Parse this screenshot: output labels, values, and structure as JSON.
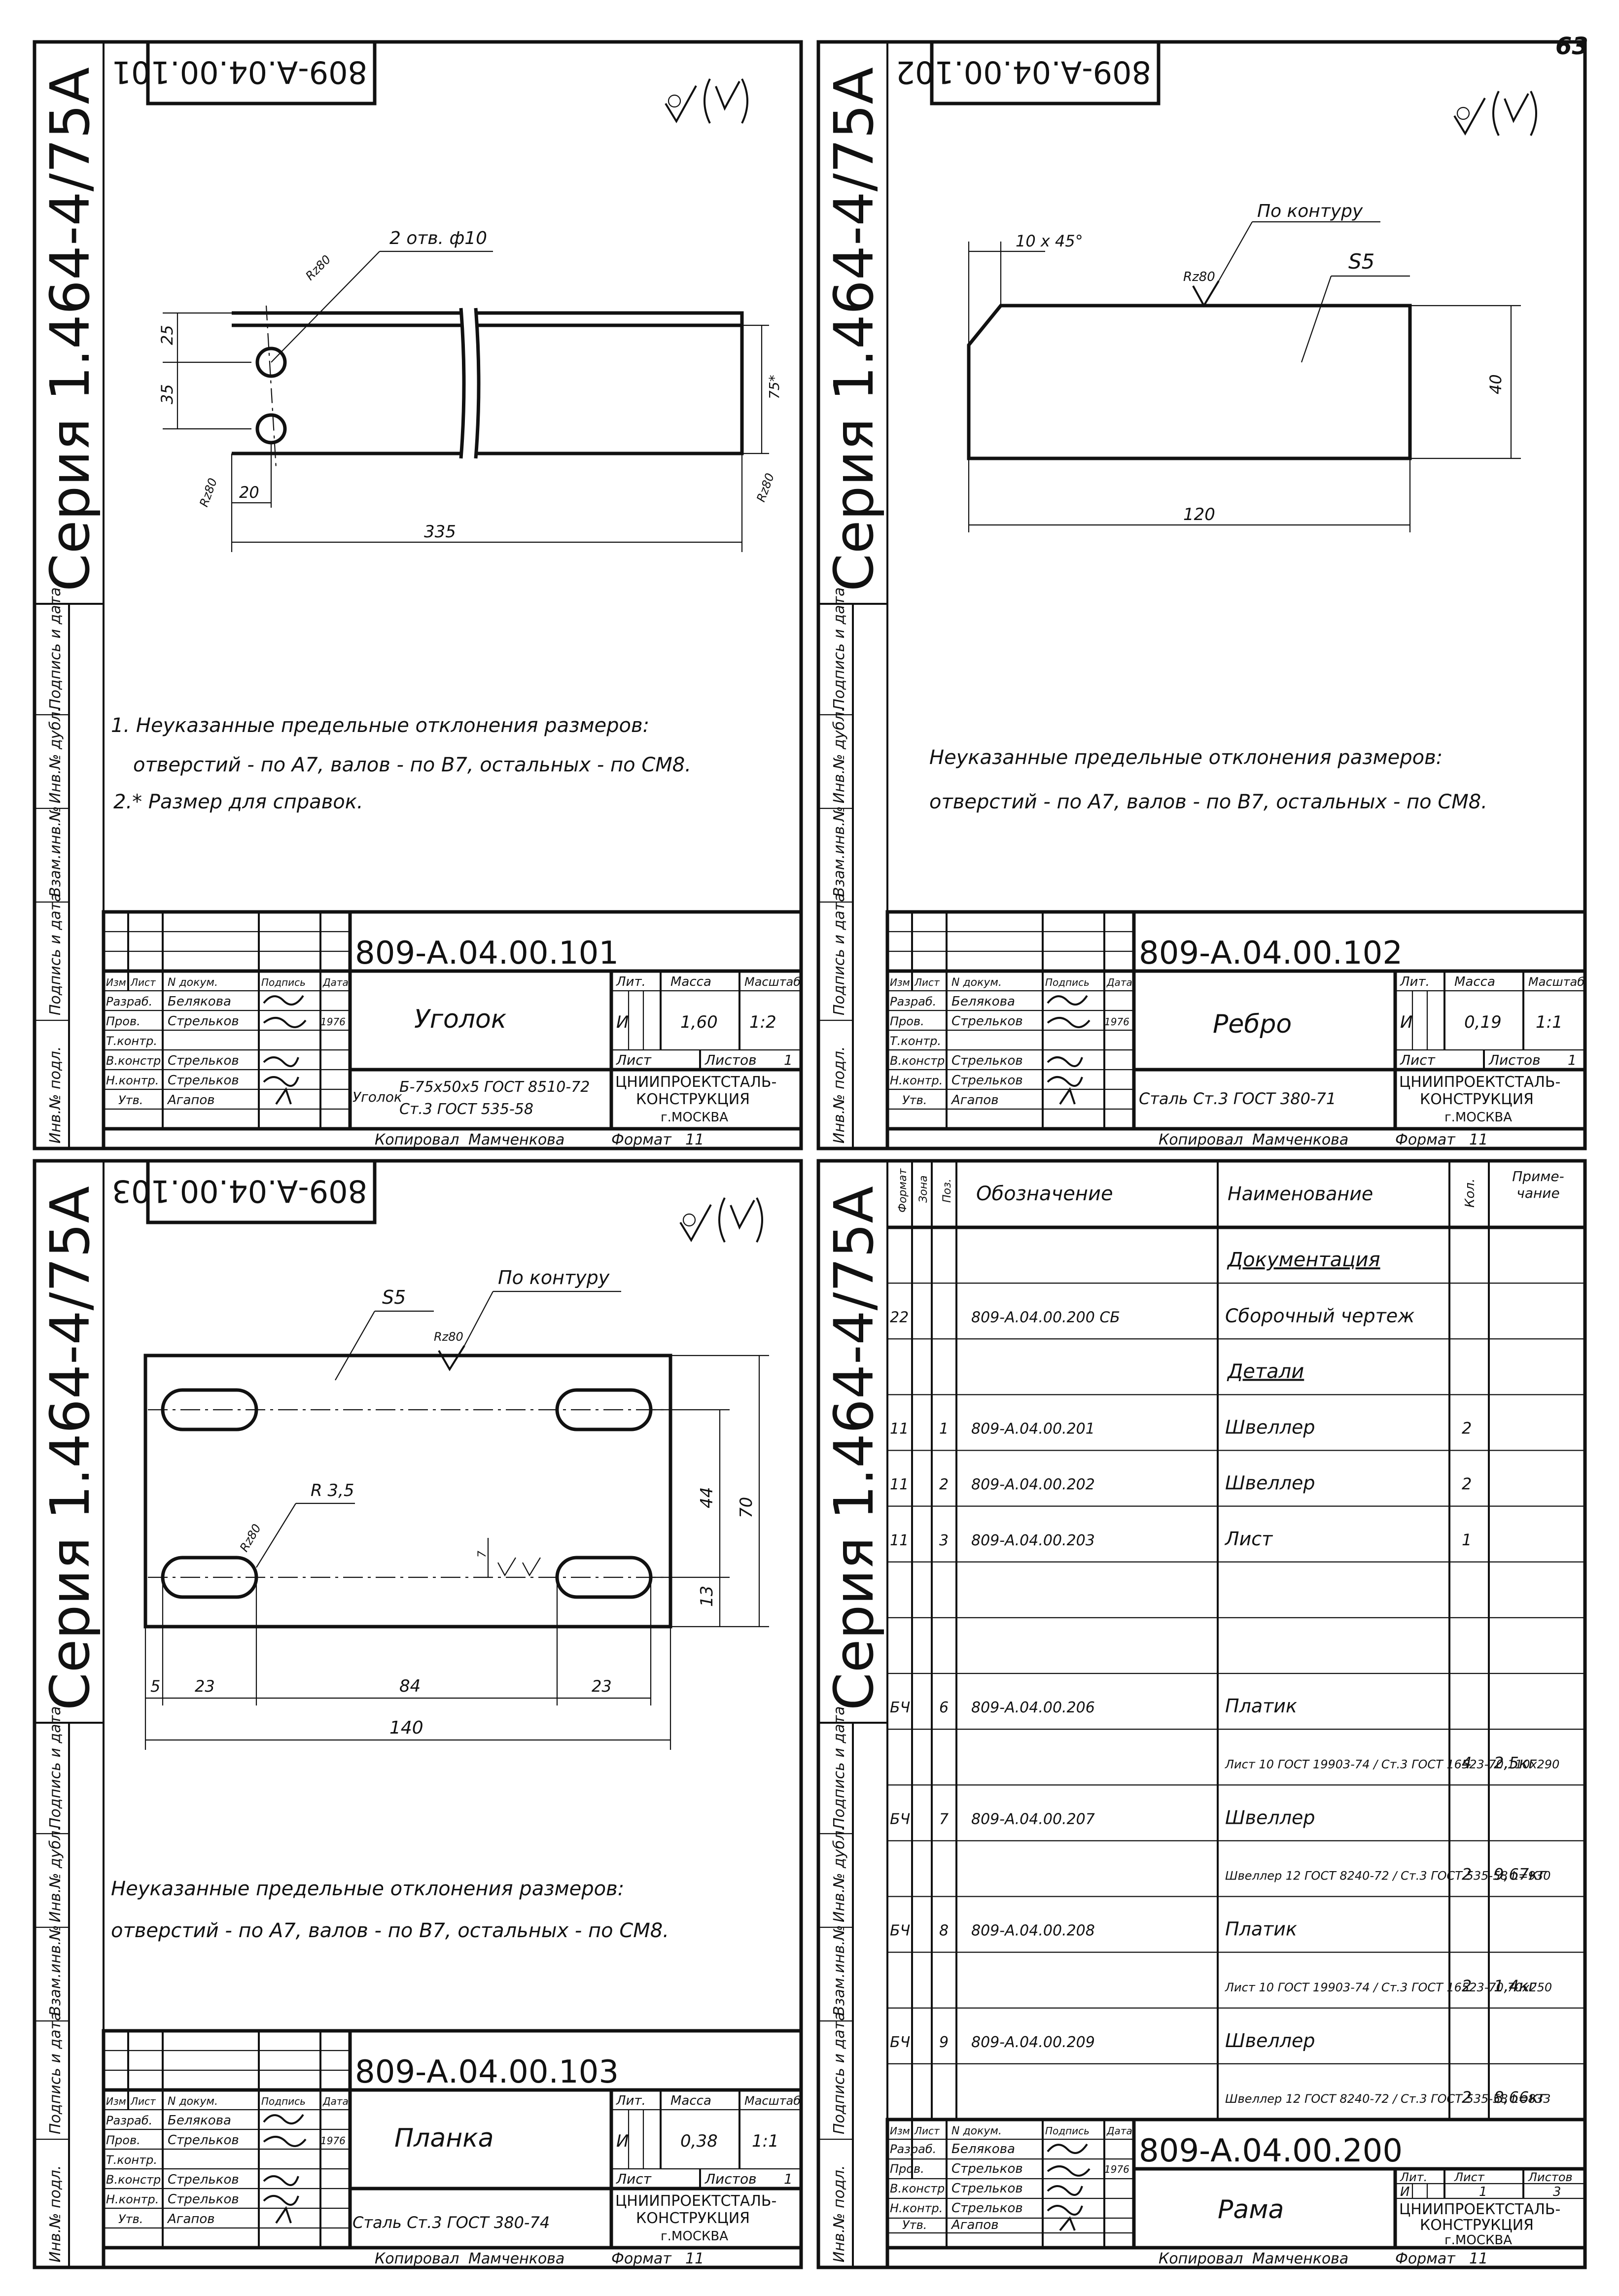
{
  "page_number": "63",
  "series": "Серия 1.464-4/75А",
  "left_strip": [
    "Подпись и дата",
    "Инв.№ дубл.",
    "Взам.инв.№",
    "Подпись и дата",
    "Инв.№ подл."
  ],
  "roughness": "Rz80",
  "title_block": {
    "cols": [
      "Изм",
      "Лист",
      "N докум.",
      "Подпись",
      "Дата"
    ],
    "roles": [
      "Разраб.",
      "Пров.",
      "Т.контр.",
      "В.констр.",
      "Н.контр.",
      "Утв."
    ],
    "names": [
      "Белякова",
      "Стрельков",
      "",
      "Стрельков",
      "Стрельков",
      "Агапов"
    ],
    "year": "1976",
    "lit": "Лит.",
    "mass": "Масса",
    "scale": "Масштаб",
    "sheet": "Лист",
    "sheets": "Листов",
    "org": [
      "ЦНИИПРОЕКТСТАЛЬ-",
      "КОНСТРУКЦИЯ",
      "г.МОСКВА"
    ],
    "copied": "Копировал",
    "copier": "Мамченкова",
    "format": "Формат",
    "format_value": "11"
  },
  "sheets": [
    {
      "code": "809-А.04.00.101",
      "name": "Уголок",
      "lit": "И",
      "mass": "1,60",
      "scale": "1:2",
      "sheets_total": "1",
      "material": [
        "Уголок",
        "Б-75х50х5 ГОСТ 8510-72",
        "Ст.3 ГОСТ 535-58"
      ],
      "dims": {
        "holes": "2 отв. ф10",
        "d25": "25",
        "d35": "35",
        "d20": "20",
        "d335": "335",
        "d75": "75*"
      },
      "notes": [
        "1. Неуказанные предельные отклонения размеров:",
        "отверстий - по А7, валов - по В7, остальных - по СМ8.",
        "2.* Размер для справок."
      ]
    },
    {
      "code": "809-А.04.00.102",
      "name": "Ребро",
      "lit": "И",
      "mass": "0,19",
      "scale": "1:1",
      "sheets_total": "1",
      "material": [
        "Сталь Ст.3 ГОСТ 380-71"
      ],
      "dims": {
        "chamfer": "10 x 45°",
        "contour": "По контуру",
        "thick": "S5",
        "d40": "40",
        "d120": "120"
      },
      "notes": [
        "Неуказанные предельные отклонения размеров:",
        "отверстий - по А7, валов - по В7, остальных - по СМ8."
      ]
    },
    {
      "code": "809-А.04.00.103",
      "name": "Планка",
      "lit": "И",
      "mass": "0,38",
      "scale": "1:1",
      "sheets_total": "1",
      "material": [
        "Сталь Ст.3 ГОСТ 380-74"
      ],
      "dims": {
        "thick": "S5",
        "contour": "По контуру",
        "r35": "R 3,5",
        "d44": "44",
        "d70": "70",
        "d13": "13",
        "d7": "7",
        "d5": "5",
        "d23a": "23",
        "d84": "84",
        "d23b": "23",
        "d140": "140"
      },
      "notes": [
        "Неуказанные предельные отклонения размеров:",
        "отверстий - по А7, валов - по В7, остальных - по СМ8."
      ]
    }
  ],
  "spec": {
    "code": "809-А.04.00.200",
    "name": "Рама",
    "lit": "И",
    "sheet": "1",
    "sheets_total": "3",
    "headers": [
      "Формат",
      "Зона",
      "Поз.",
      "Обозначение",
      "Наименование",
      "Кол.",
      "Приме-чание"
    ],
    "rows": [
      {
        "fmt": "",
        "pos": "",
        "code": "",
        "name": "Документация",
        "qty": "",
        "note": "",
        "section": true
      },
      {
        "fmt": "22",
        "pos": "",
        "code": "809-А.04.00.200 СБ",
        "name": "Сборочный чертеж",
        "qty": "",
        "note": ""
      },
      {
        "fmt": "",
        "pos": "",
        "code": "",
        "name": "Детали",
        "qty": "",
        "note": "",
        "section": true
      },
      {
        "fmt": "11",
        "pos": "1",
        "code": "809-А.04.00.201",
        "name": "Швеллер",
        "qty": "2",
        "note": ""
      },
      {
        "fmt": "11",
        "pos": "2",
        "code": "809-А.04.00.202",
        "name": "Швеллер",
        "qty": "2",
        "note": ""
      },
      {
        "fmt": "11",
        "pos": "3",
        "code": "809-А.04.00.203",
        "name": "Лист",
        "qty": "1",
        "note": ""
      },
      {
        "fmt": "",
        "pos": "",
        "code": "",
        "name": "",
        "qty": "",
        "note": ""
      },
      {
        "fmt": "",
        "pos": "",
        "code": "",
        "name": "",
        "qty": "",
        "note": ""
      },
      {
        "fmt": "БЧ",
        "pos": "6",
        "code": "809-А.04.00.206",
        "name": "Платик",
        "qty": "",
        "note": ""
      },
      {
        "fmt": "",
        "pos": "",
        "code": "",
        "name": "Лист 10 ГОСТ 19903-74 / Ст.3 ГОСТ 16523-70 110х290",
        "qty": "4",
        "note": "2,5кг"
      },
      {
        "fmt": "БЧ",
        "pos": "7",
        "code": "809-А.04.00.207",
        "name": "Швеллер",
        "qty": "",
        "note": ""
      },
      {
        "fmt": "",
        "pos": "",
        "code": "",
        "name": "Швеллер 12 ГОСТ 8240-72 / Ст.3 ГОСТ 535-58 L=930",
        "qty": "2",
        "note": "9,67кг"
      },
      {
        "fmt": "БЧ",
        "pos": "8",
        "code": "809-А.04.00.208",
        "name": "Платик",
        "qty": "",
        "note": ""
      },
      {
        "fmt": "",
        "pos": "",
        "code": "",
        "name": "Лист 10 ГОСТ 19903-74 / Ст.3 ГОСТ 16523-70 70х250",
        "qty": "2",
        "note": "1,4кг"
      },
      {
        "fmt": "БЧ",
        "pos": "9",
        "code": "809-А.04.00.209",
        "name": "Швеллер",
        "qty": "",
        "note": ""
      },
      {
        "fmt": "",
        "pos": "",
        "code": "",
        "name": "Швеллер 12 ГОСТ 8240-72 / Ст.3 ГОСТ 535-58 L=833",
        "qty": "2",
        "note": "8,66кг"
      }
    ]
  }
}
